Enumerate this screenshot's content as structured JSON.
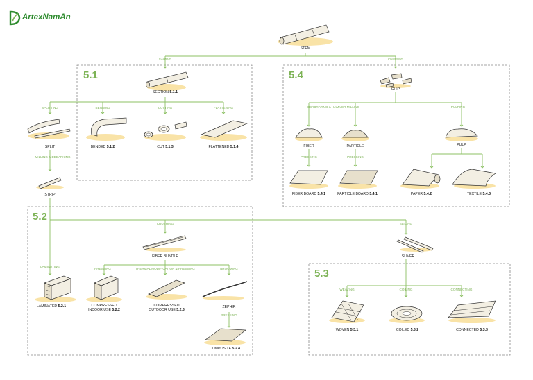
{
  "logo": {
    "text": "ArtexNamAn",
    "accent": "#2e8b2e"
  },
  "colors": {
    "line": "#8cc063",
    "process_label": "#7db356",
    "box_border": "#888888",
    "shadow": "#f7d98a"
  },
  "sections": {
    "s51": "5.1",
    "s52": "5.2",
    "s53": "5.3",
    "s54": "5.4"
  },
  "processes": {
    "sawing": "SAWING",
    "chipping": "CHIPPING",
    "splitting": "SPLITTING",
    "bending": "BENDING",
    "cutting": "CUTTING",
    "flattening": "FLATTENING",
    "milling": "MILLING & DEBARKING",
    "defibrating": "DEFIBRATING & HAMMER MILLING",
    "pulping": "PULPING",
    "pressing_fiber": "PRESSING",
    "pressing_particle": "PRESSING",
    "crushing": "CRUSHING",
    "slicing": "SLICING",
    "laminating": "LAMINATING",
    "pressing_compressed": "PRESSING",
    "thermal": "THERMAL MODIFICATION & PRESSING",
    "brooming": "BROOMING",
    "pressing_zephir": "PRESSING",
    "weaving": "WEAVING",
    "coiling": "COILING",
    "connecting": "CONNECTING"
  },
  "nodes": {
    "stem": {
      "name": "STEM"
    },
    "section": {
      "name": "SECTION",
      "code": "5.1.1"
    },
    "split": {
      "name": "SPLIT"
    },
    "bended": {
      "name": "BENDED",
      "code": "5.1.2"
    },
    "cut": {
      "name": "CUT",
      "code": "5.1.3"
    },
    "flattened": {
      "name": "FLATTENED",
      "code": "5.1.4"
    },
    "strip": {
      "name": "STRIP"
    },
    "chip": {
      "name": "CHIP"
    },
    "fiber": {
      "name": "FIBER"
    },
    "particle": {
      "name": "PARTICLE"
    },
    "pulp": {
      "name": "PULP"
    },
    "fiberboard": {
      "name": "FIBER BOARD",
      "code": "5.4.1"
    },
    "particleboard": {
      "name": "PARTICLE  BOARD",
      "code": "5.4.1"
    },
    "paper": {
      "name": "PAPER",
      "code": "5.4.2"
    },
    "textile": {
      "name": "TEXTILE",
      "code": "5.4.3"
    },
    "fiberbundle": {
      "name": "FIBER BUNDLE"
    },
    "sliver": {
      "name": "SLIVER"
    },
    "laminated": {
      "name": "LAMINATED",
      "code": "5.2.1"
    },
    "compressed_in": {
      "name1": "COMPRESSED",
      "name2": "INDOOR USE",
      "code": "5.2.2"
    },
    "compressed_out": {
      "name1": "COMPRESSED",
      "name2": "OUTDOOR USE",
      "code": "5.2.3"
    },
    "zephir": {
      "name": "ZEPHIR"
    },
    "composite": {
      "name": "COMPOSITE",
      "code": "5.2.4"
    },
    "woven": {
      "name": "WOVEN",
      "code": "5.3.1"
    },
    "coiled": {
      "name": "COILED",
      "code": "5.3.2"
    },
    "connected": {
      "name": "CONNECTED",
      "code": "5.3.3"
    }
  }
}
